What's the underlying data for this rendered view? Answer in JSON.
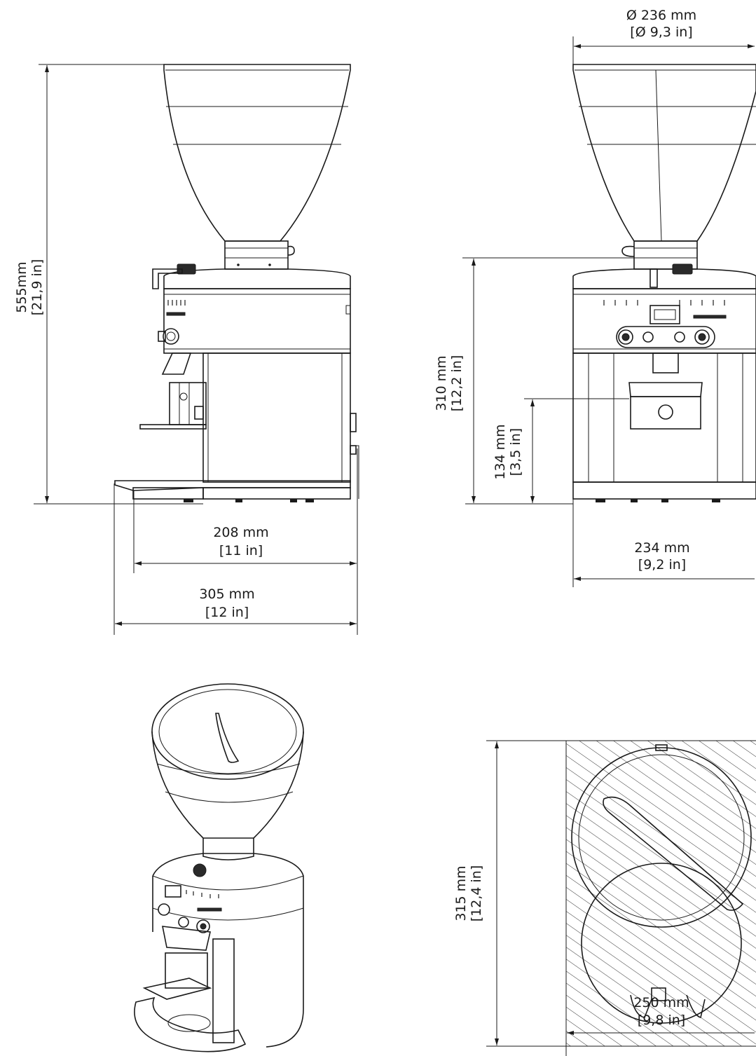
{
  "dimensions": {
    "height_total": {
      "mm": "555mm",
      "in": "[21,9 in]"
    },
    "hopper_diameter": {
      "mm": "Ø 236 mm",
      "in": "[Ø 9,3 in]"
    },
    "height_body": {
      "mm": "310 mm",
      "in": "[12,2 in]"
    },
    "height_spout": {
      "mm": "134 mm",
      "in": "[3,5 in]"
    },
    "depth_body": {
      "mm": "208 mm",
      "in": "[11 in]"
    },
    "depth_total": {
      "mm": "305 mm",
      "in": "[12 in]"
    },
    "width_front": {
      "mm": "234 mm",
      "in": "[9,2 in]"
    },
    "footprint_depth": {
      "mm": "315 mm",
      "in": "[12,4 in]"
    },
    "footprint_width": {
      "mm": "250 mm",
      "in": "[9,8 in]"
    }
  }
}
